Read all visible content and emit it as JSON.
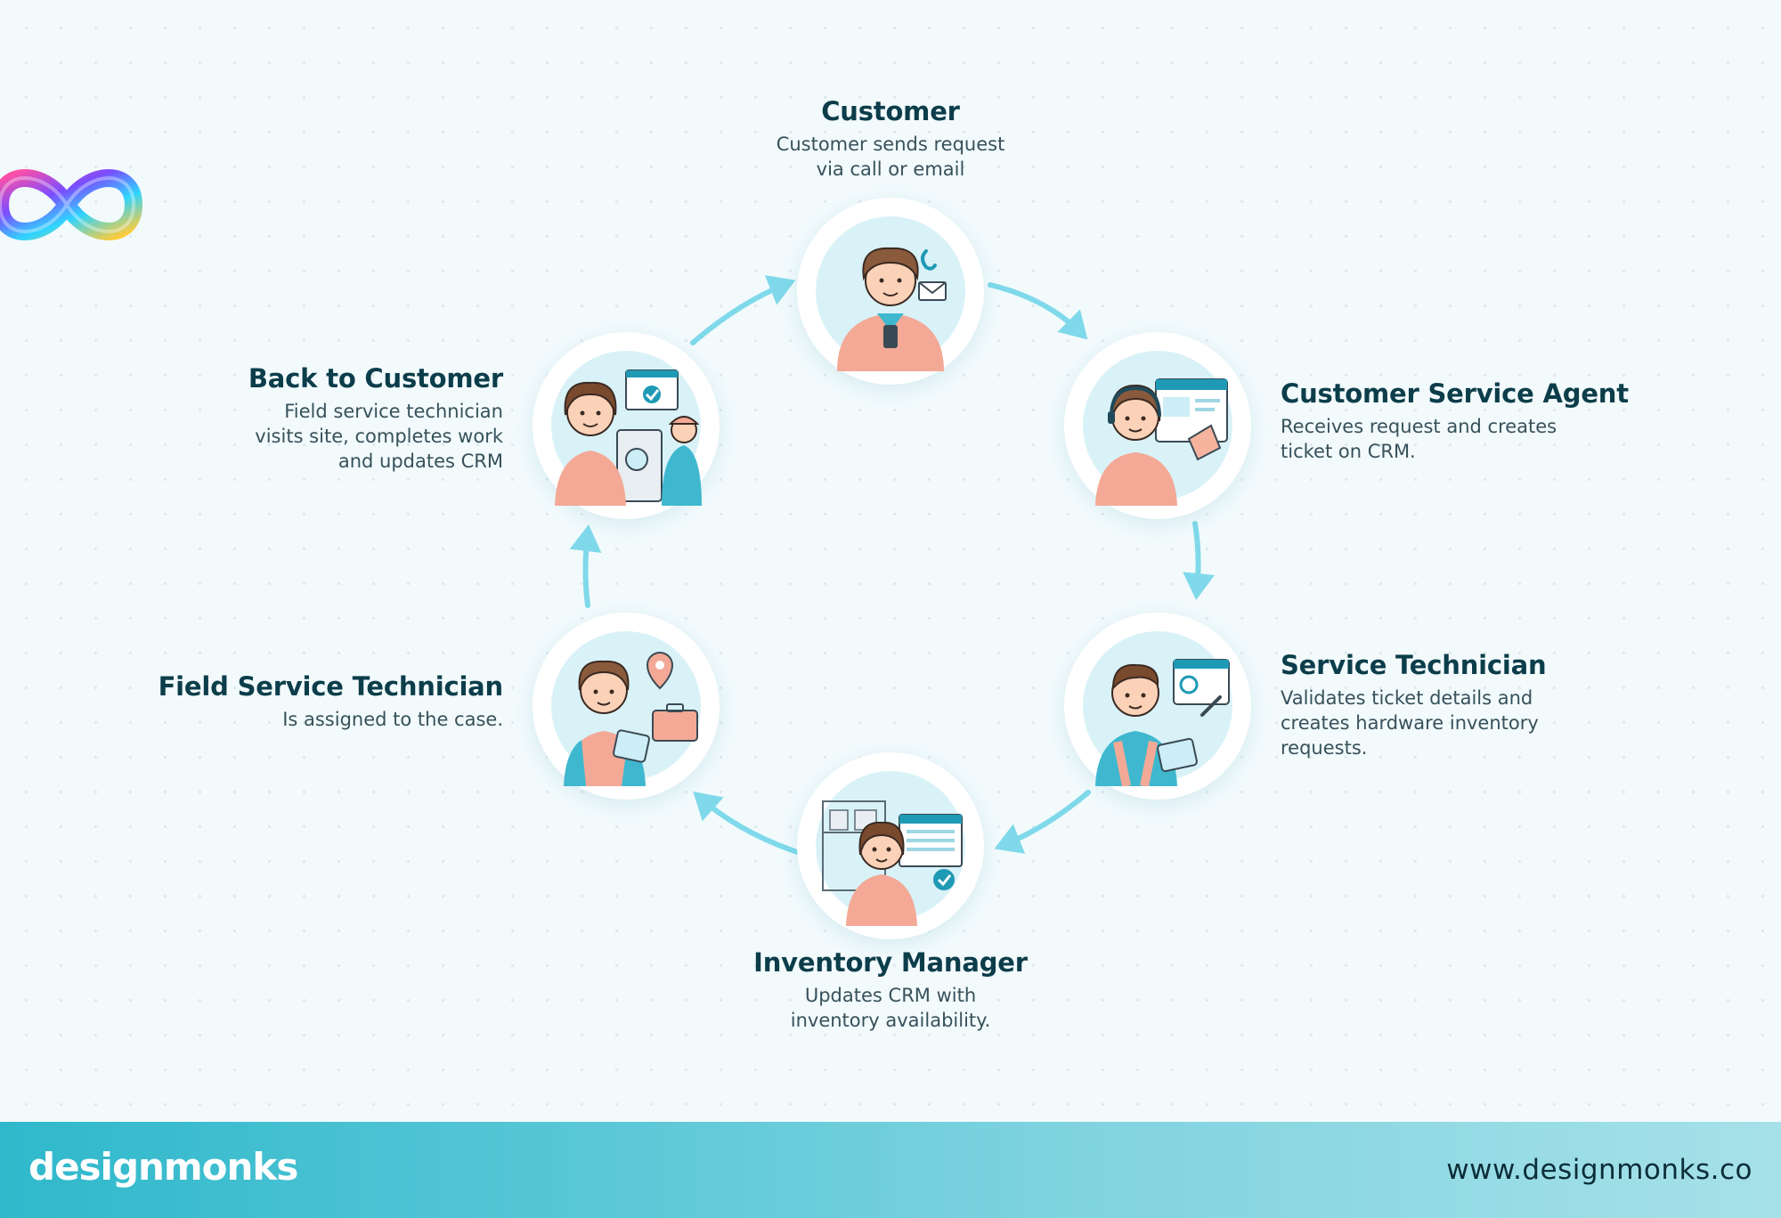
{
  "steps": [
    {
      "title": "Customer",
      "desc_lines": [
        "Customer sends request",
        "via call or email"
      ]
    },
    {
      "title": "Customer Service Agent",
      "desc_lines": [
        "Receives request and creates",
        "ticket on CRM."
      ]
    },
    {
      "title": "Service Technician",
      "desc_lines": [
        "Validates ticket details and",
        "creates hardware inventory",
        "requests."
      ]
    },
    {
      "title": "Inventory Manager",
      "desc_lines": [
        "Updates CRM with",
        "inventory availability."
      ]
    },
    {
      "title": "Field Service Technician",
      "desc_lines": [
        "Is assigned to the case."
      ]
    },
    {
      "title": "Back to Customer",
      "desc_lines": [
        "Field service technician",
        "visits site, completes work",
        "and updates CRM"
      ]
    }
  ],
  "footer": {
    "brand": "designmonks",
    "website": "www.designmonks.co"
  },
  "icons": {
    "node_customer": "person-with-phone-and-mail-icon",
    "node_agent": "headset-agent-with-ticket-icon",
    "node_service_tech": "technician-with-tablet-and-settings-icon",
    "node_inventory": "inventory-manager-with-shelves-icon",
    "node_field_tech": "field-technician-with-location-pin-icon",
    "node_back": "customer-and-technician-at-machine-icon",
    "decoration": "infinity-logo-icon"
  },
  "colors": {
    "accent": "#7fd9ea",
    "heading": "#0c3d4a",
    "footer": "#3dbccd"
  }
}
